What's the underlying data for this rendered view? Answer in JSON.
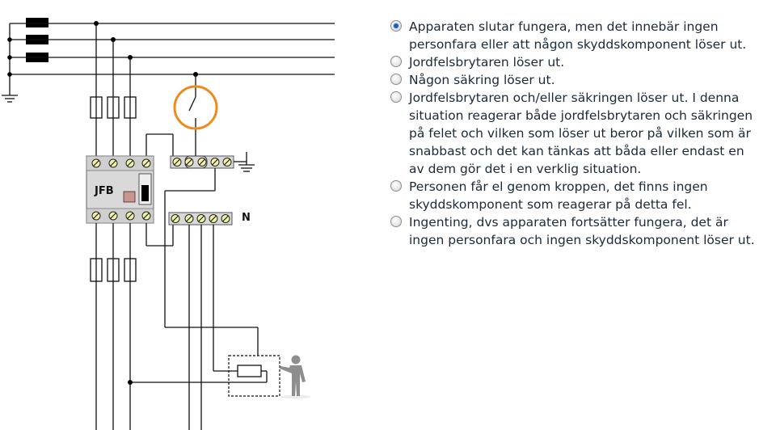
{
  "diagram": {
    "rcd_label": "JFB",
    "neutral_label": "N"
  },
  "quiz": {
    "selected_index": 0,
    "options": [
      {
        "text": "Apparaten slutar fungera, men det innebär ingen personfara eller att någon skyddskomponent löser ut."
      },
      {
        "text": "Jordfelsbrytaren löser ut."
      },
      {
        "text": "Någon säkring löser ut."
      },
      {
        "text": "Jordfelsbrytaren och/eller säkringen löser ut. I denna situation reagerar både jordfelsbrytaren och säkringen på felet och vilken som löser ut beror på vilken som är snabbast och det kan tänkas att båda eller endast en av dem gör det i en verklig situation."
      },
      {
        "text": "Personen får el genom kroppen, det finns ingen skyddskomponent som reagerar på detta fel."
      },
      {
        "text": "Ingenting, dvs apparaten fortsätter fungera, det är ingen personfara och ingen skyddskomponent löser ut."
      }
    ]
  },
  "colors": {
    "highlight_circle": "#f08a1c",
    "selected_radio": "#1f5fae",
    "person": "#8e8e8e"
  }
}
